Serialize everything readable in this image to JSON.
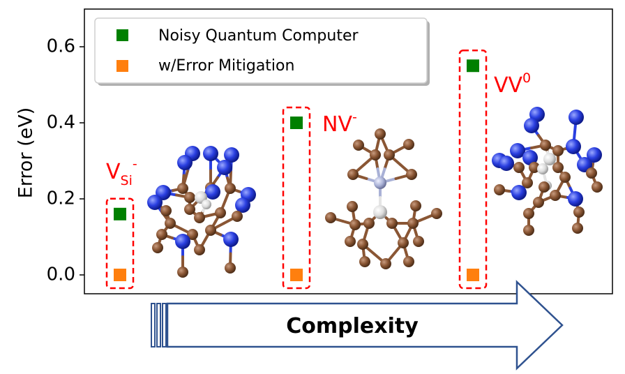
{
  "chart_data": {
    "type": "scatter",
    "ylabel": "Error (eV)",
    "ylim": [
      -0.05,
      0.7
    ],
    "yticks": [
      "0.0",
      "0.2",
      "0.4",
      "0.6"
    ],
    "categories": [
      "VSi-",
      "NV-",
      "VV0"
    ],
    "series": [
      {
        "name": "Noisy Quantum Computer",
        "color": "#008000",
        "values": [
          0.16,
          0.4,
          0.55
        ]
      },
      {
        "name": "w/Error Mitigation",
        "color": "#ff7f0e",
        "values": [
          0.0,
          0.0,
          0.0
        ]
      }
    ],
    "defect_labels": [
      {
        "main": "V",
        "sub": "Si",
        "sup": "-"
      },
      {
        "main": "NV",
        "sub": "",
        "sup": "-"
      },
      {
        "main": "VV",
        "sub": "",
        "sup": "0"
      }
    ],
    "legend_position": "top-left",
    "highlight_color": "#ff0000",
    "arrow_label": "Complexity",
    "arrow_color": "#2f528f"
  }
}
